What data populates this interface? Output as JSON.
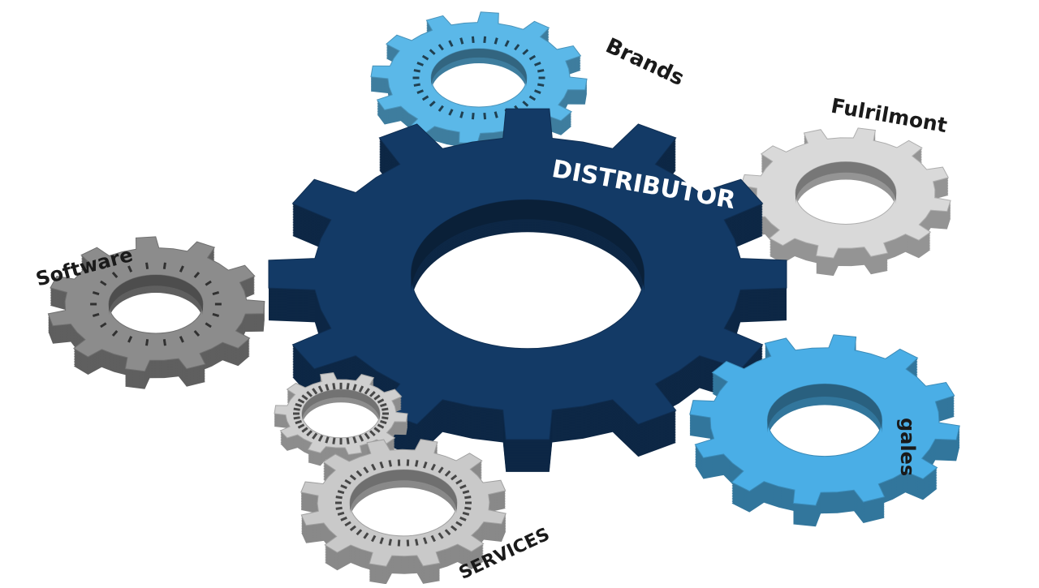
{
  "diagram": {
    "center": {
      "id": "distributor",
      "label": "DISTRIBUTOR",
      "color": "#133a66"
    },
    "gears": [
      {
        "id": "brands",
        "label": "Brands",
        "color": "#5bb8e8"
      },
      {
        "id": "fulfillment",
        "label": "Fulrilmont",
        "color": "#d9d9d9"
      },
      {
        "id": "software",
        "label": "Software",
        "color": "#8c8c8c"
      },
      {
        "id": "sales",
        "label": "gales",
        "color": "#4aaee6"
      },
      {
        "id": "services-1",
        "label": "",
        "color": "#cfcfcf"
      },
      {
        "id": "services-2",
        "label": "SERVICES",
        "color": "#c9c9c9"
      }
    ]
  }
}
